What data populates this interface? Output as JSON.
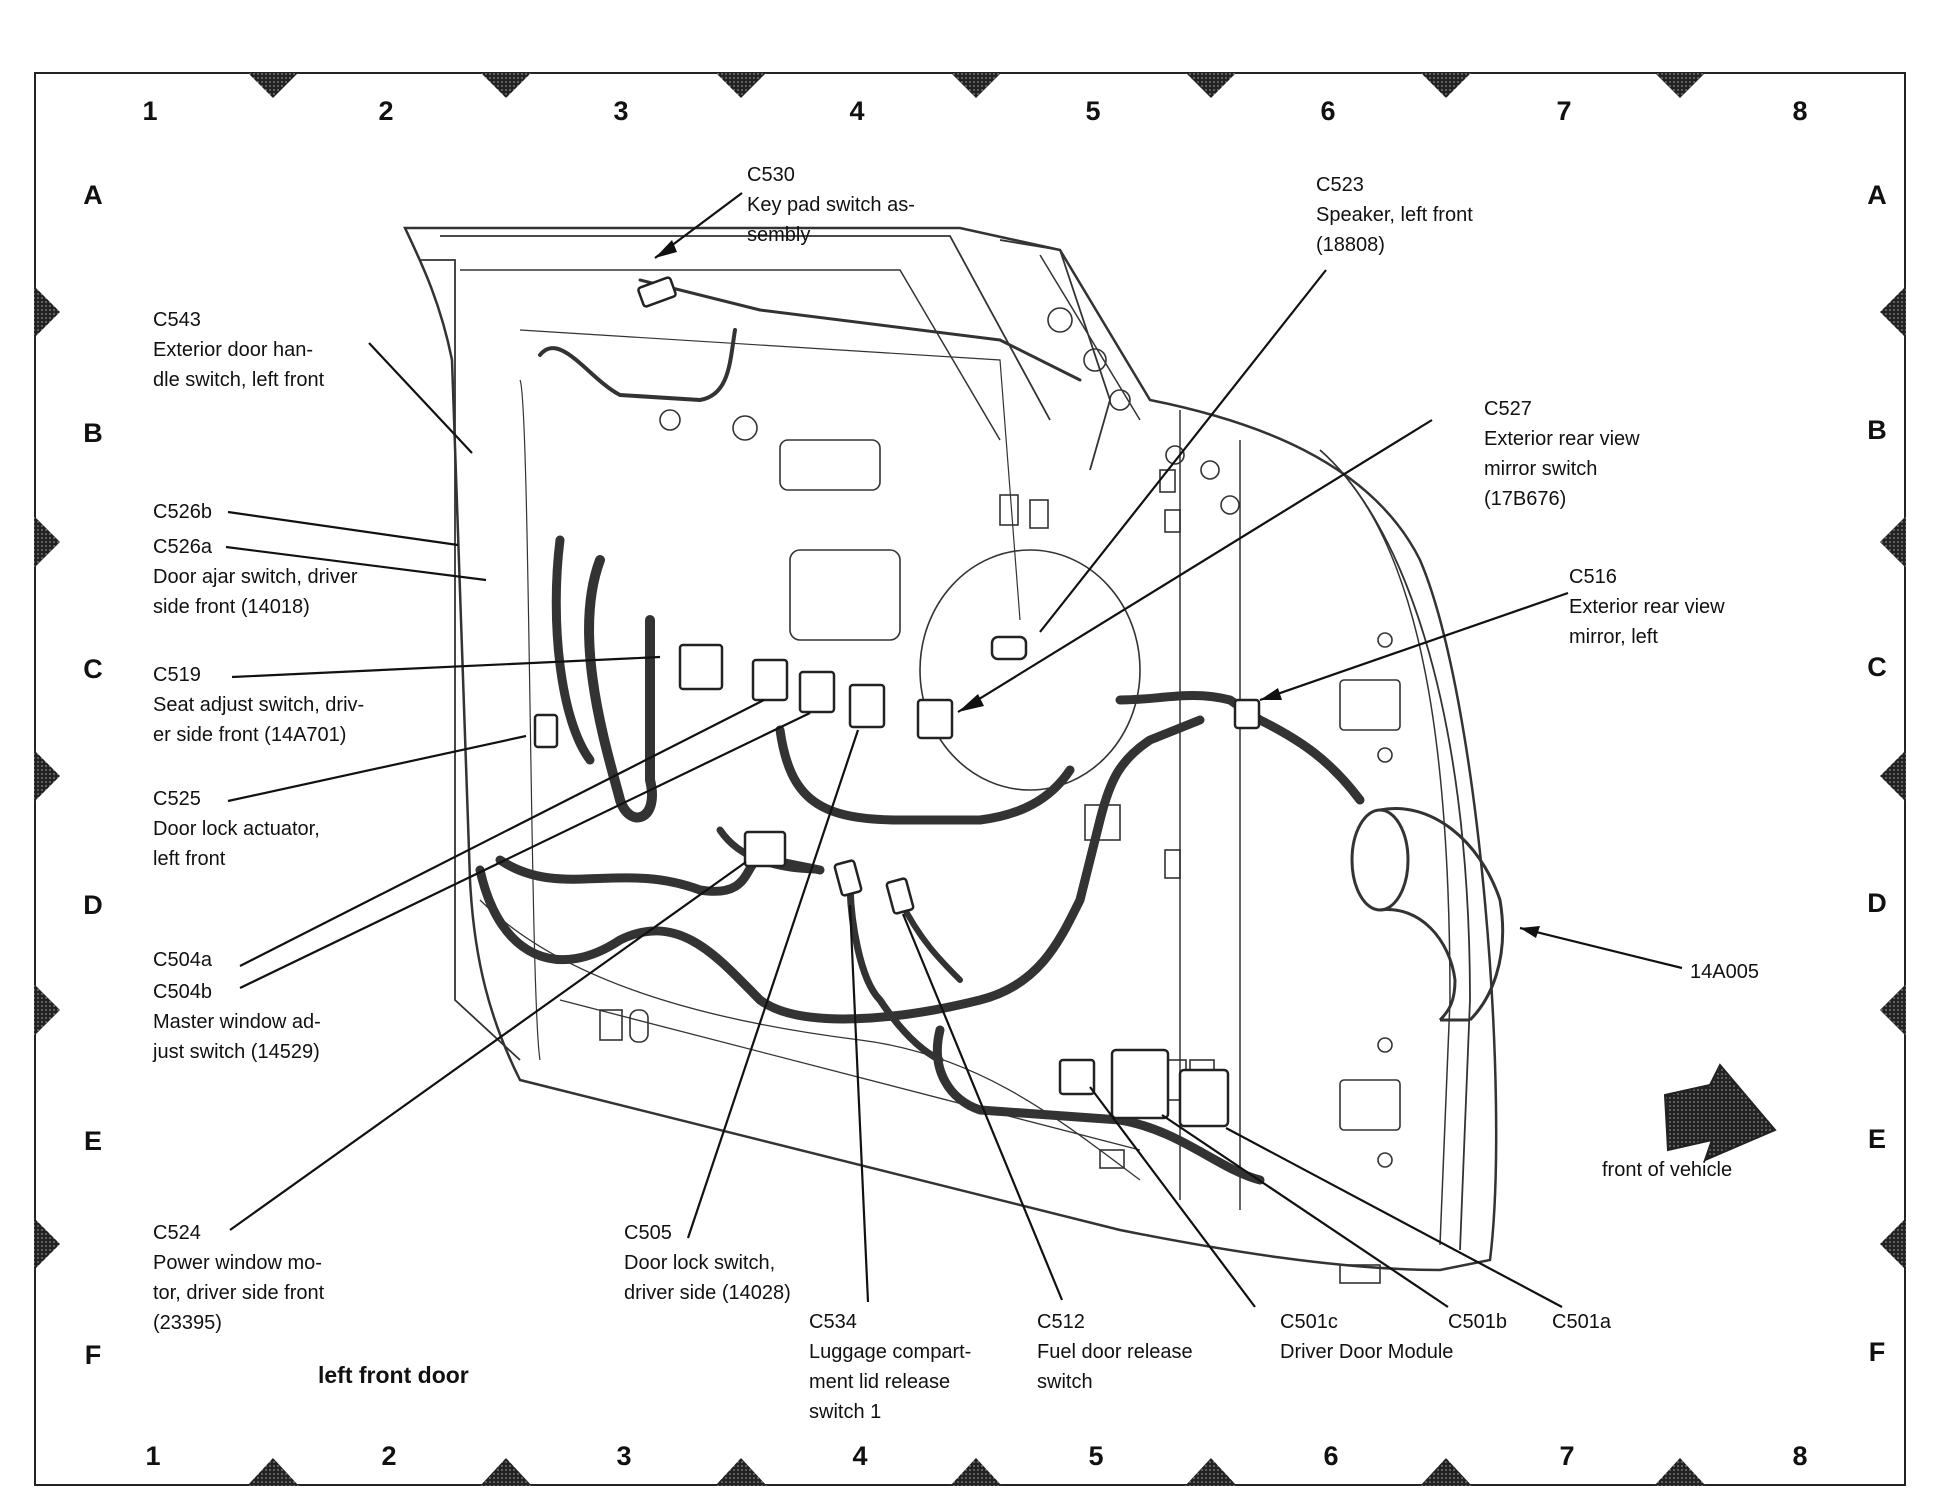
{
  "grid": {
    "columns": [
      "1",
      "2",
      "3",
      "4",
      "5",
      "6",
      "7",
      "8"
    ],
    "rows": [
      "A",
      "B",
      "C",
      "D",
      "E",
      "F"
    ]
  },
  "title": "left front door",
  "front_of_vehicle": "front of vehicle",
  "components": {
    "c530": {
      "code": "C530",
      "desc": [
        "Key pad switch as-",
        "sembly"
      ]
    },
    "c523": {
      "code": "C523",
      "desc": [
        "Speaker, left front",
        "(18808)"
      ]
    },
    "c543": {
      "code": "C543",
      "desc": [
        "Exterior door han-",
        "dle switch, left front"
      ]
    },
    "c527": {
      "code": "C527",
      "desc": [
        "Exterior rear view",
        "mirror switch",
        "(17B676)"
      ]
    },
    "c526b": {
      "code": "C526b",
      "desc": []
    },
    "c526a": {
      "code": "C526a",
      "desc": [
        "Door ajar switch, driver",
        "side front (14018)"
      ]
    },
    "c516": {
      "code": "C516",
      "desc": [
        "Exterior rear view",
        "mirror, left"
      ]
    },
    "c519": {
      "code": "C519",
      "desc": [
        "Seat adjust switch, driv-",
        "er side front (14A701)"
      ]
    },
    "c525": {
      "code": "C525",
      "desc": [
        "Door lock actuator,",
        "left front"
      ]
    },
    "c504a": {
      "code": "C504a",
      "desc": []
    },
    "c504b": {
      "code": "C504b",
      "desc": [
        "Master window ad-",
        "just switch (14529)"
      ]
    },
    "c14a005": {
      "code": "14A005",
      "desc": []
    },
    "c524": {
      "code": "C524",
      "desc": [
        "Power window mo-",
        "tor, driver side front",
        "(23395)"
      ]
    },
    "c505": {
      "code": "C505",
      "desc": [
        "Door lock switch,",
        "driver side (14028)"
      ]
    },
    "c534": {
      "code": "C534",
      "desc": [
        "Luggage compart-",
        "ment lid release",
        "switch 1"
      ]
    },
    "c512": {
      "code": "C512",
      "desc": [
        "Fuel door release",
        "switch"
      ]
    },
    "c501c": {
      "code": "C501c",
      "desc": [
        "Driver Door Module"
      ]
    },
    "c501b": {
      "code": "C501b",
      "desc": []
    },
    "c501a": {
      "code": "C501a",
      "desc": []
    }
  }
}
